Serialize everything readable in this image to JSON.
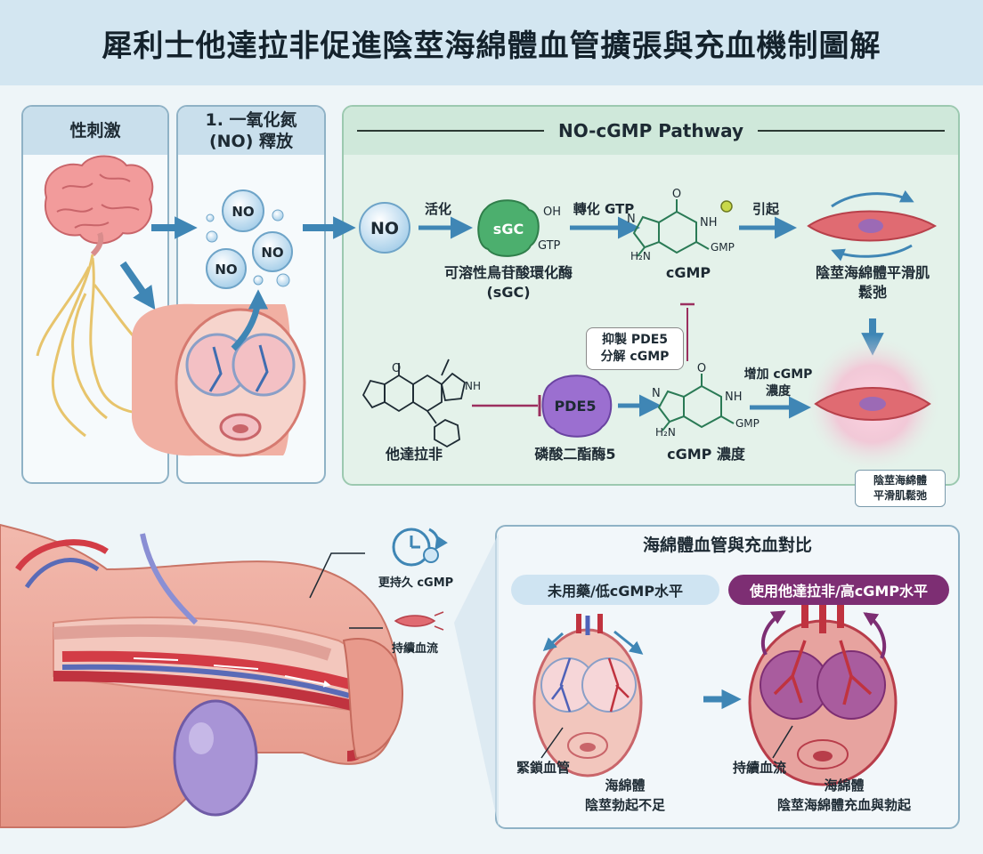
{
  "title": "犀利士他達拉非促進陰莖海綿體血管擴張與充血機制圖解",
  "panel_stimulus": {
    "title": "性刺激"
  },
  "panel_no_release": {
    "title_line1": "1. 一氧化氮",
    "title_line2": "(NO) 釋放"
  },
  "no_bubbles": [
    "NO",
    "NO",
    "NO"
  ],
  "pathway": {
    "title": "NO-cGMP Pathway",
    "no_label": "NO",
    "activate_label": "活化",
    "sgc_label": "sGC",
    "sgc_oh": "OH",
    "sgc_gtp": "GTP",
    "sgc_caption_line1": "可溶性鳥苷酸環化酶",
    "sgc_caption_line2": "(sGC)",
    "convert_label": "轉化 GTP",
    "cgmp_caption": "cGMP",
    "cause_label": "引起",
    "muscle_caption_line1": "陰莖海綿體平滑肌",
    "muscle_caption_line2": "鬆弛",
    "inhibit_note_line1": "抑製 PDE5",
    "inhibit_note_line2": "分解 cGMP",
    "tadalafil_caption": "他達拉非",
    "pde5_label": "PDE5",
    "pde5_caption": "磷酸二酯酶5",
    "cgmp2_caption": "cGMP 濃度",
    "increase_label_line1": "增加 cGMP",
    "increase_label_line2": "濃度",
    "relaxed_tag_line1": "陰莖海綿體",
    "relaxed_tag_line2": "平滑肌鬆弛",
    "chem": {
      "o": "O",
      "nh": "NH",
      "n": "N",
      "h2n": "H₂N",
      "gmp": "GMP"
    }
  },
  "anatomy": {
    "longer_cgmp": "更持久 cGMP",
    "sustained_flow": "持續血流"
  },
  "comparison": {
    "title": "海綿體血管與充血對比",
    "left_pill": "未用藥/低cGMP水平",
    "right_pill": "使用他達拉非/高cGMP水平",
    "left_vessel_label": "緊鎖血管",
    "left_caption_line1": "海綿體",
    "left_caption_line2": "陰莖勃起不足",
    "right_flow_label": "持續血流",
    "right_caption_line1": "海綿體",
    "right_caption_line2": "陰莖海綿體充血與勃起"
  },
  "colors": {
    "arrow": "#3f86b5",
    "no_fill": "#cfe6f5",
    "sgc": "#4caf6e",
    "pde5": "#9b6fd0",
    "inhibit": "#9b2f5f",
    "muscle": "#d9575f",
    "left_pill": "#cfe4f2",
    "right_pill": "#7d2e73"
  }
}
